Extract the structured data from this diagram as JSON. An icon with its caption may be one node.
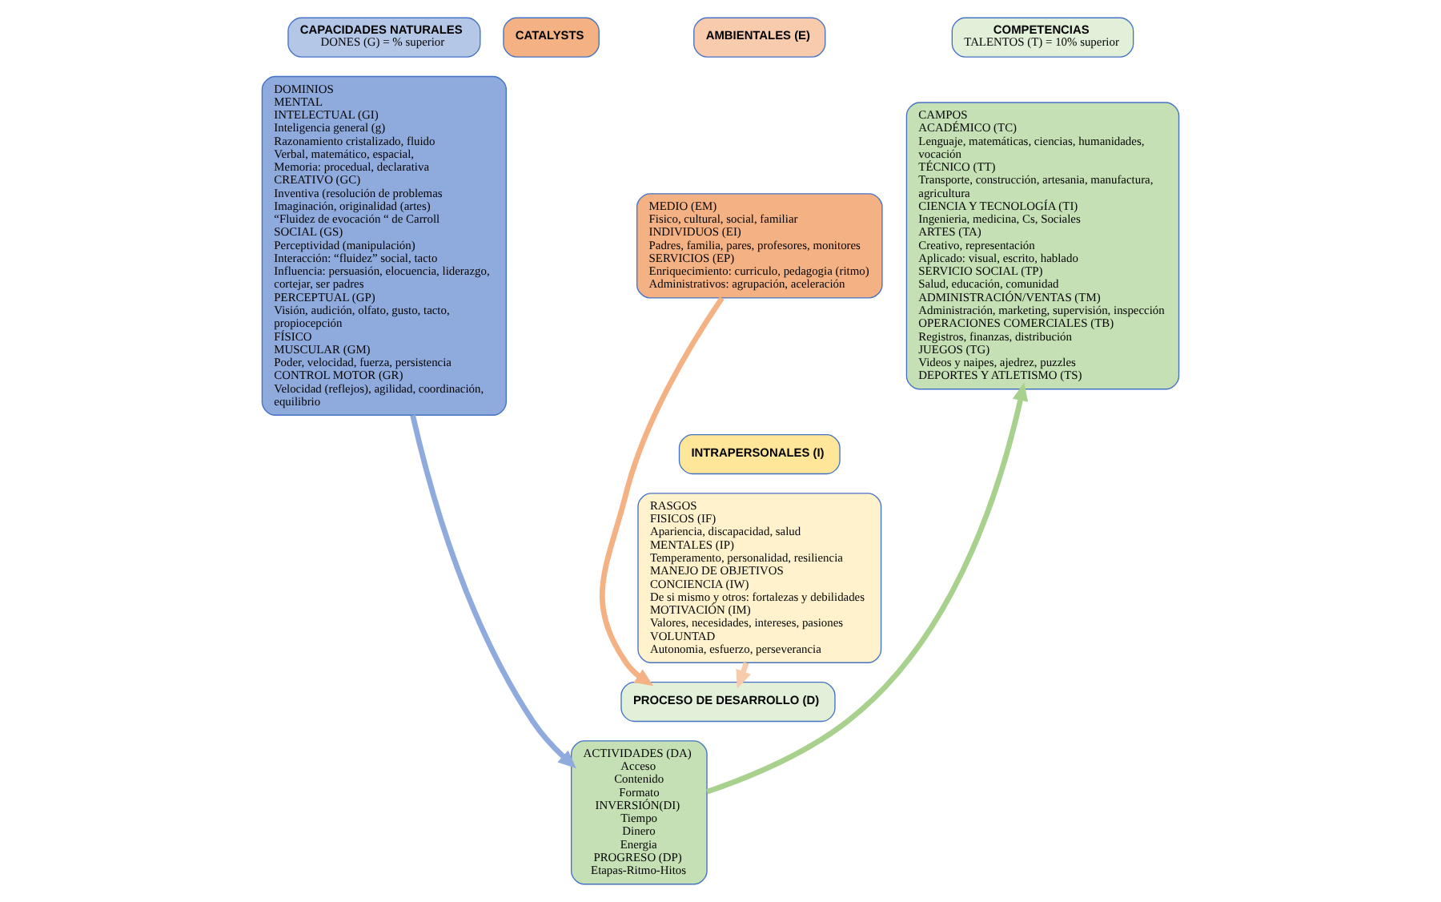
{
  "diagram": {
    "nodes": [
      {
        "text": [
          "CAPACIDADES NATURALES",
          "DONES (G) = % superior"
        ]
      },
      {
        "text": [
          "DOMINIOS",
          "MENTAL",
          "INTELECTUAL (GI)",
          "Inteligencia general (g)",
          "Razonamiento cristalizado, fluido",
          "Verbal, matemático, espacial,",
          "Memoria: procedual, declarativa",
          "CREATIVO (GC)",
          "Inventiva (resolución de problemas",
          "Imaginación, originalidad (artes)",
          "“Fluidez de evocación “ de Carroll",
          "SOCIAL (GS)",
          "Perceptividad (manipulación)",
          "Interacción: “fluidez” social, tacto",
          "Influencia: persuasión, elocuencia, liderazgo, cortejar, ser padres",
          "PERCEPTUAL (GP)",
          "Visión, audición, olfato, gusto, tacto, propiocepción",
          "FÍSICO",
          "MUSCULAR (GM)",
          "Poder, velocidad, fuerza, persistencia",
          "CONTROL MOTOR (GR)",
          "Velocidad (reflejos), agilidad, coordinación, equilibrio"
        ]
      },
      {
        "text": [
          "CATALYSTS"
        ]
      },
      {
        "text": [
          "AMBIENTALES (E)"
        ]
      },
      {
        "text": [
          "MEDIO (EM)",
          "Fisico, cultural, social, familiar",
          "INDIVIDUOS (EI)",
          "Padres, familia, pares, profesores, monitores",
          "SERVICIOS (EP)",
          "Enriquecimiento: curriculo, pedagogia (ritmo)",
          "Administrativos: agrupación, aceleración"
        ]
      },
      {
        "text": [
          "INTRAPERSONALES (I)"
        ]
      },
      {
        "text": [
          "RASGOS",
          "FISICOS (IF)",
          "Apariencia, discapacidad, salud",
          "MENTALES (IP)",
          "Temperamento, personalidad, resiliencia",
          "MANEJO DE OBJETIVOS",
          "CONCIENCIA (IW)",
          "De si mismo y otros: fortalezas y debilidades",
          "MOTIVACIÓN (IM)",
          "Valores, necesidades, intereses, pasiones",
          "VOLUNTAD",
          "Autonomia, esfuerzo, perseverancia"
        ]
      },
      {
        "text": [
          "PROCESO DE DESARROLLO (D)"
        ]
      },
      {
        "text": [
          "ACTIVIDADES (DA)",
          "Acceso",
          "Contenido",
          "Formato",
          "INVERSIÓN(DI)",
          "Tiempo",
          "Dinero",
          "Energia",
          "PROGRESO (DP)",
          "Etapas-Ritmo-Hitos"
        ]
      },
      {
        "text": [
          "COMPETENCIAS",
          "TALENTOS (T) = 10% superior"
        ]
      },
      {
        "text": [
          "CAMPOS",
          "ACADÉMICO (TC)",
          "Lenguaje, matemáticas, ciencias, humanidades, vocación",
          "TÉCNICO (TT)",
          "Transporte, construcción, artesania, manufactura, agricultura",
          "CIENCIA Y TECNOLOGÍA (TI)",
          "Ingenieria, medicina, Cs, Sociales",
          "ARTES (TA)",
          "Creativo, representación",
          "Aplicado: visual, escrito, hablado",
          "SERVICIO SOCIAL (TP)",
          "Salud, educación, comunidad",
          "ADMINISTRACIÓN/VENTAS (TM)",
          "Administración, marketing, supervisión, inspección",
          "OPERACIONES COMERCIALES (TB)",
          "Registros, finanzas, distribución",
          "JUEGOS (TG)",
          "Videos y naipes, ajedrez, puzzles",
          "DEPORTES Y ATLETISMO (TS)"
        ]
      }
    ],
    "edges": [
      {
        "from": 4,
        "to": 7,
        "arrow": "to",
        "color": "#f4b183"
      },
      {
        "from": 6,
        "to": 7,
        "arrow": "to",
        "color": "#f8cbad"
      },
      {
        "from": 1,
        "to": 8,
        "arrow": "to",
        "color": "#8faadc"
      },
      {
        "from": 8,
        "to": 10,
        "arrow": "to",
        "color": "#a9d18e"
      }
    ]
  }
}
